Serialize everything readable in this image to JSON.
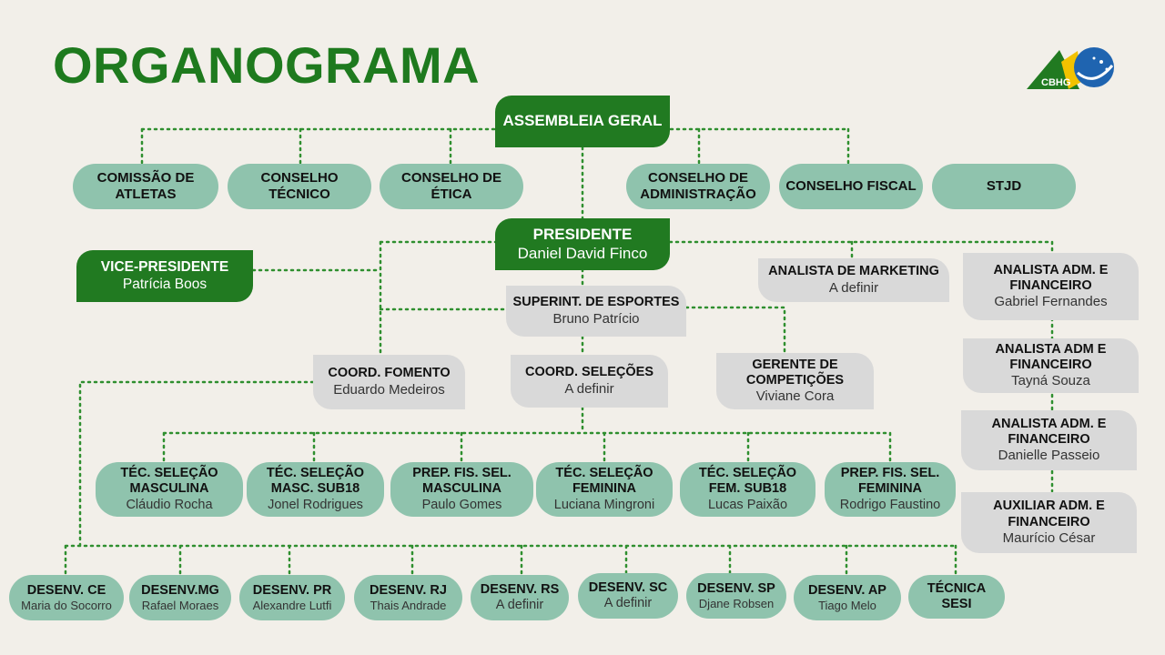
{
  "title": "ORGANOGRAMA",
  "logo_text": "CBHG",
  "colors": {
    "green": "#217a21",
    "teal": "#8fc3ad",
    "grey": "#d9d9d9",
    "background": "#f2efe9"
  },
  "nodes": {
    "assembleia": {
      "label": "ASSEMBLEIA GERAL"
    },
    "comissao_atletas": {
      "label": "COMISSÃO DE ATLETAS"
    },
    "conselho_tecnico": {
      "label": "CONSELHO TÉCNICO"
    },
    "conselho_etica": {
      "label": "CONSELHO DE ÉTICA"
    },
    "conselho_admin": {
      "label": "CONSELHO DE ADMINISTRAÇÃO"
    },
    "conselho_fiscal": {
      "label": "CONSELHO FISCAL"
    },
    "stjd": {
      "label": "STJD"
    },
    "presidente": {
      "label": "PRESIDENTE",
      "name": "Daniel David Finco"
    },
    "vice": {
      "label": "VICE-PRESIDENTE",
      "name": "Patrícia Boos"
    },
    "analista_marketing": {
      "label": "ANALISTA DE MARKETING",
      "name": "A definir"
    },
    "analista_adm1": {
      "label": "ANALISTA ADM. E FINANCEIRO",
      "name": "Gabriel Fernandes"
    },
    "analista_adm2": {
      "label": "ANALISTA ADM E FINANCEIRO",
      "name": "Tayná Souza"
    },
    "analista_adm3": {
      "label": "ANALISTA ADM. E FINANCEIRO",
      "name": "Danielle Passeio"
    },
    "auxiliar_adm": {
      "label": "AUXILIAR ADM. E FINANCEIRO",
      "name": "Maurício César"
    },
    "superint": {
      "label": "SUPERINT. DE ESPORTES",
      "name": "Bruno Patrício"
    },
    "coord_fomento": {
      "label": "COORD. FOMENTO",
      "name": "Eduardo Medeiros"
    },
    "coord_selecoes": {
      "label": "COORD. SELEÇÕES",
      "name": "A definir"
    },
    "gerente_comp": {
      "label": "GERENTE DE COMPETIÇÕES",
      "name": "Viviane Cora"
    },
    "tec_masc": {
      "label": "TÉC. SELEÇÃO MASCULINA",
      "name": "Cláudio Rocha"
    },
    "tec_masc_sub18": {
      "label": "TÉC. SELEÇÃO MASC. SUB18",
      "name": "Jonel Rodrigues"
    },
    "prep_masc": {
      "label": "PREP. FIS. SEL. MASCULINA",
      "name": "Paulo Gomes"
    },
    "tec_fem": {
      "label": "TÉC. SELEÇÃO FEMININA",
      "name": "Luciana Mingroni"
    },
    "tec_fem_sub18": {
      "label": "TÉC. SELEÇÃO FEM. SUB18",
      "name": "Lucas Paixão"
    },
    "prep_fem": {
      "label": "PREP. FIS. SEL. FEMININA",
      "name": "Rodrigo Faustino"
    },
    "desenv_ce": {
      "label": "DESENV. CE",
      "name": "Maria do Socorro"
    },
    "desenv_mg": {
      "label": "DESENV.MG",
      "name": "Rafael Moraes"
    },
    "desenv_pr": {
      "label": "DESENV. PR",
      "name": "Alexandre Lutfi"
    },
    "desenv_rj": {
      "label": "DESENV. RJ",
      "name": "Thais Andrade"
    },
    "desenv_rs": {
      "label": "DESENV. RS",
      "name": "A definir"
    },
    "desenv_sc": {
      "label": "DESENV. SC",
      "name": "A definir"
    },
    "desenv_sp": {
      "label": "DESENV. SP",
      "name": "Djane Robsen"
    },
    "desenv_ap": {
      "label": "DESENV. AP",
      "name": "Tiago Melo"
    },
    "tecnica_sesi": {
      "label": "TÉCNICA SESI"
    }
  }
}
